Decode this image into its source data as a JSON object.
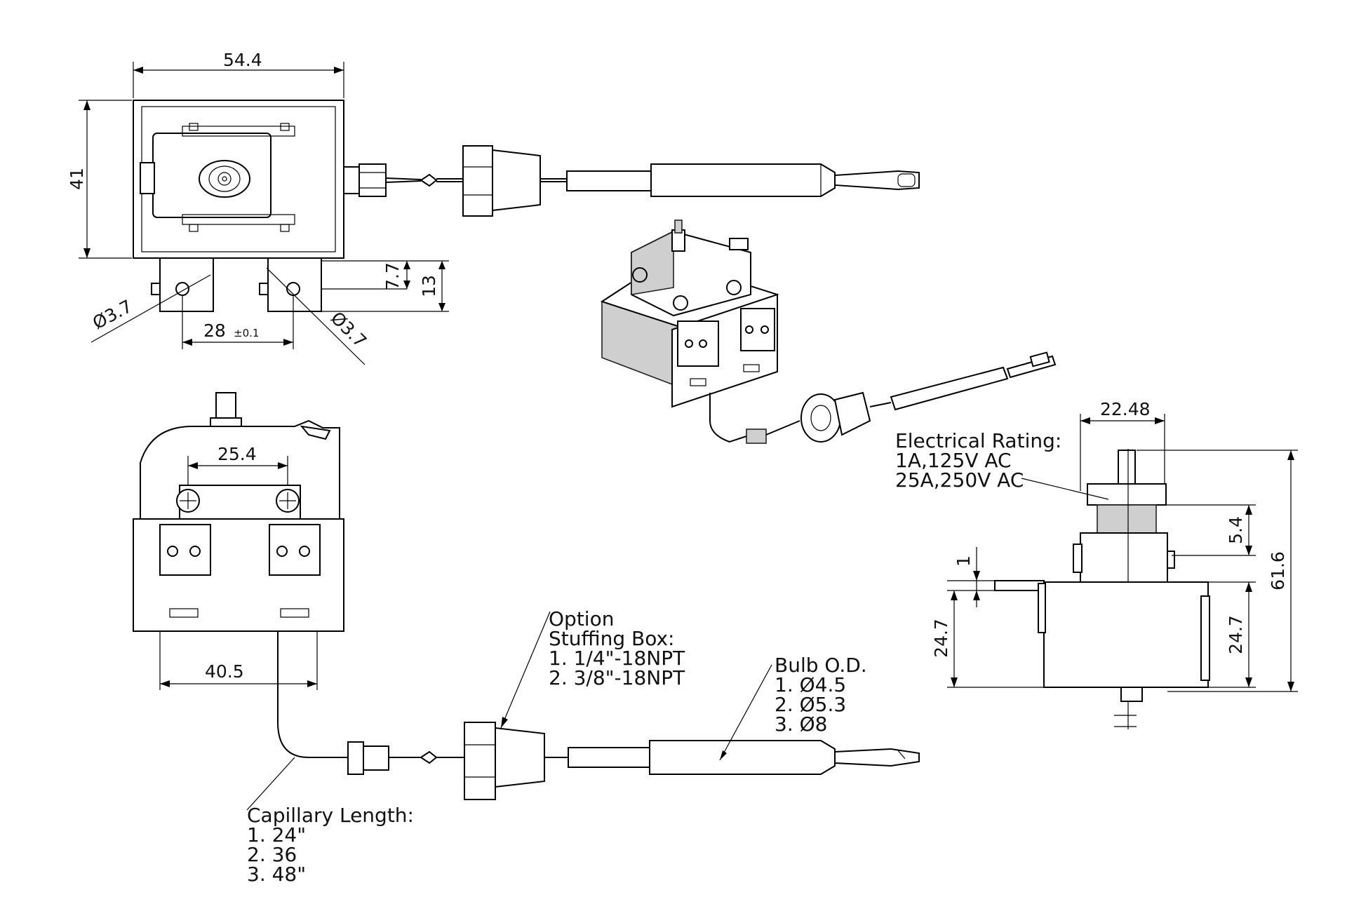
{
  "dimensions": {
    "top_width": "54.4",
    "top_height": "41",
    "terminal_offset": "7.7",
    "terminal_height": "13",
    "hole_left": "Ø3.7",
    "hole_right": "Ø3.7",
    "terminal_spacing": "28",
    "terminal_spacing_tol": "±0.1",
    "screw_spacing": "25.4",
    "base_width": "40.5",
    "side_width": "22.48",
    "side_small": "5.4",
    "side_one": "1",
    "side_total": "61.6",
    "side_left_height": "24.7",
    "side_right_height": "24.7"
  },
  "notes": {
    "electrical": [
      "Electrical Rating:",
      "1A,125V AC",
      "25A,250V AC"
    ],
    "stuffing": [
      "Option",
      "Stuffing Box:",
      "1. 1/4\"-18NPT",
      "2. 3/8\"-18NPT"
    ],
    "bulb": [
      "Bulb O.D.",
      "1. Ø4.5",
      "2. Ø5.3",
      "3. Ø8"
    ],
    "capillary": [
      "Capillary Length:",
      "1. 24\"",
      "2. 36",
      "3. 48\""
    ]
  }
}
